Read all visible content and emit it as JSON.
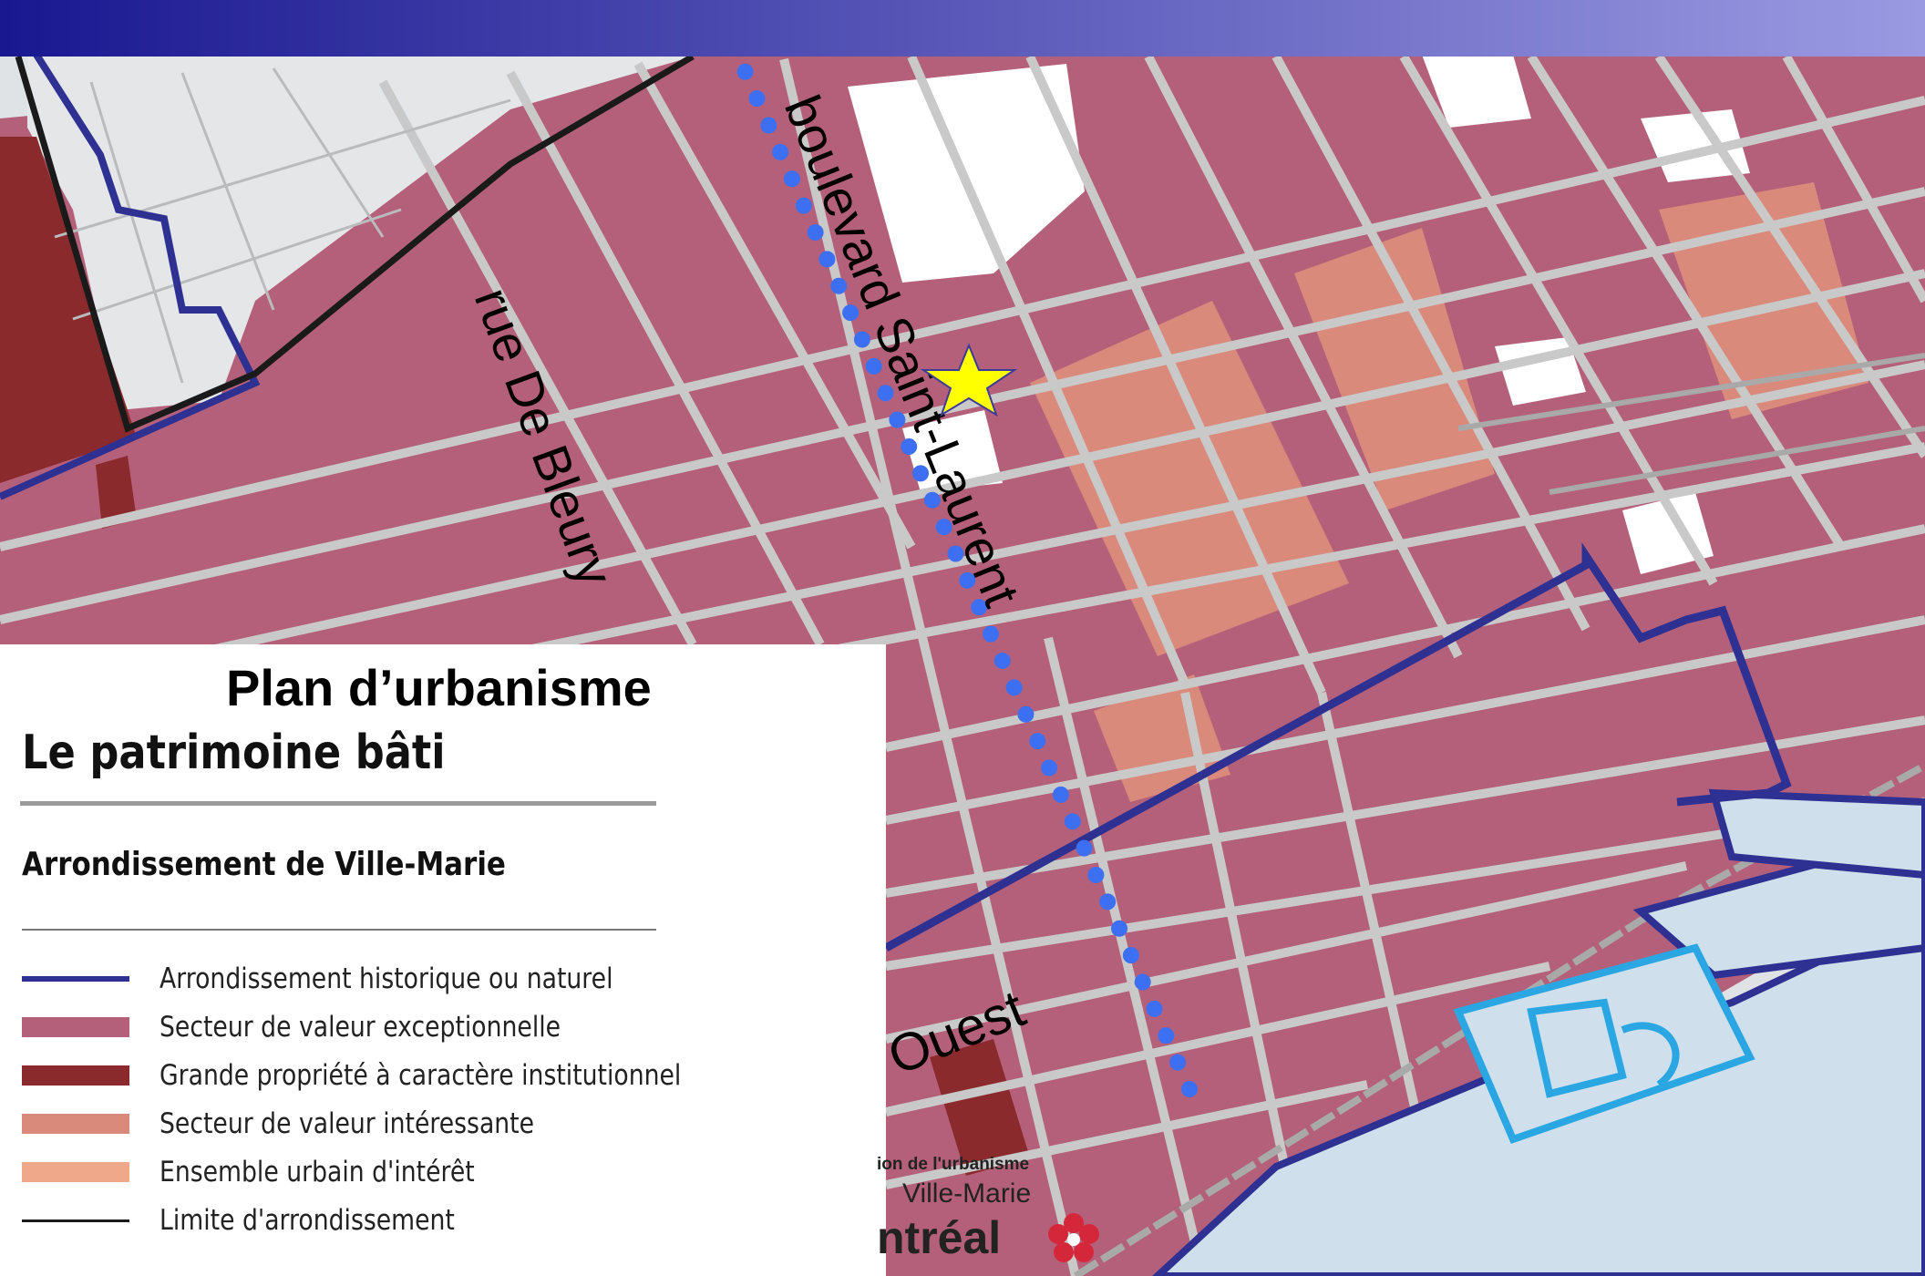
{
  "colors": {
    "header_gradient_start": "#1a1890",
    "header_gradient_end": "#9898e0",
    "historic_boundary": "#2e3192",
    "exceptional_value": "#b5607a",
    "institutional_property": "#8b2a2c",
    "interesting_value": "#d98a7a",
    "urban_ensemble": "#efa889",
    "borough_limit": "#1a1a1a",
    "street": "#c8c8c8",
    "water": "#cfe0ec",
    "route_dots": "#3d6ff2",
    "star": "#ffff00",
    "park_outline": "#2aa7e3",
    "montreal_logo": "#d4283a"
  },
  "map": {
    "street_labels": [
      "boulevard Saint-Laurent",
      "rue De Bleury",
      "Ouest"
    ],
    "marker_icon": "star-icon",
    "route_icon": "dotted-route-line",
    "logo": {
      "line1": "ion de l'urbanisme",
      "line2": "Ville-Marie",
      "line3": "ntréal",
      "icon": "montreal-rose-icon"
    }
  },
  "legend": {
    "title": "Plan d’urbanisme",
    "subtitle": "Le patrimoine bâti",
    "district": "Arrondissement de Ville-Marie",
    "items": [
      {
        "label": "Arrondissement historique ou naturel",
        "color": "#2e3192",
        "kind": "line"
      },
      {
        "label": "Secteur de valeur exceptionnelle",
        "color": "#b5607a",
        "kind": "fill"
      },
      {
        "label": "Grande propriété à caractère institutionnel",
        "color": "#8b2a2c",
        "kind": "fill"
      },
      {
        "label": "Secteur de valeur intéressante",
        "color": "#d98a7a",
        "kind": "fill"
      },
      {
        "label": "Ensemble urbain d'intérêt",
        "color": "#efa889",
        "kind": "fill"
      },
      {
        "label": "Limite d'arrondissement",
        "color": "#1a1a1a",
        "kind": "thin"
      }
    ]
  }
}
